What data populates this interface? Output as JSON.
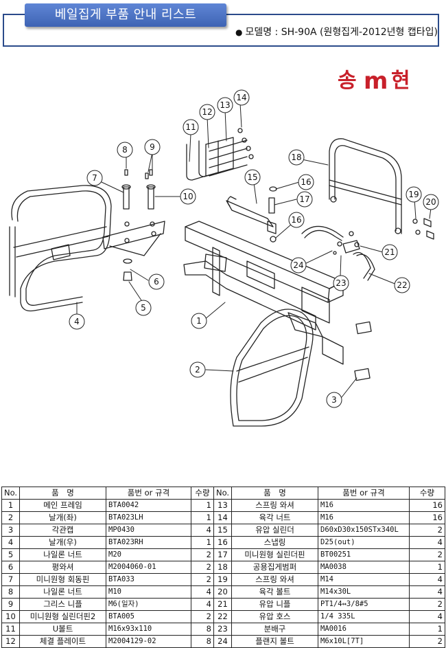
{
  "header": {
    "title": "베일집게 부품 안내 리스트",
    "model_label": "모델명 : SH-90A (원형집게-2012년형 캡타입)"
  },
  "logo": {
    "syllables": [
      "송",
      "m",
      "현"
    ],
    "color": "#c8202a"
  },
  "drawing": {
    "callouts": [
      "1",
      "2",
      "3",
      "4",
      "5",
      "6",
      "7",
      "8",
      "9",
      "10",
      "11",
      "12",
      "13",
      "14",
      "15",
      "16",
      "16",
      "17",
      "18",
      "19",
      "20",
      "21",
      "22",
      "23",
      "24"
    ]
  },
  "table": {
    "headers": {
      "no": "No.",
      "name": "품　명",
      "spec": "품번 or 규격",
      "qty": "수량"
    },
    "rows": [
      {
        "left": {
          "no": "1",
          "name": "메인 프레임",
          "spec": "BTA0042",
          "qty": "1"
        },
        "right": {
          "no": "13",
          "name": "스프링 와셔",
          "spec": "M16",
          "qty": "16"
        }
      },
      {
        "left": {
          "no": "2",
          "name": "날개(좌)",
          "spec": "BTA023LH",
          "qty": "1"
        },
        "right": {
          "no": "14",
          "name": "육각 너트",
          "spec": "M16",
          "qty": "16"
        }
      },
      {
        "left": {
          "no": "3",
          "name": "각관캡",
          "spec": "MP0430",
          "qty": "4"
        },
        "right": {
          "no": "15",
          "name": "유압 실린더",
          "spec": "D60xD30x150STx340L",
          "qty": "2"
        }
      },
      {
        "left": {
          "no": "4",
          "name": "날개(우)",
          "spec": "BTA023RH",
          "qty": "1"
        },
        "right": {
          "no": "16",
          "name": "스냅링",
          "spec": "D25(out)",
          "qty": "4"
        }
      },
      {
        "left": {
          "no": "5",
          "name": "나일론 너트",
          "spec": "M20",
          "qty": "2"
        },
        "right": {
          "no": "17",
          "name": "미니원형 실린더핀",
          "spec": "BT00251",
          "qty": "2"
        }
      },
      {
        "left": {
          "no": "6",
          "name": "평와셔",
          "spec": "M2004060-01",
          "qty": "2"
        },
        "right": {
          "no": "18",
          "name": "공용집게범퍼",
          "spec": "MA0038",
          "qty": "1"
        }
      },
      {
        "left": {
          "no": "7",
          "name": "미니원형 회동핀",
          "spec": "BTA033",
          "qty": "2"
        },
        "right": {
          "no": "19",
          "name": "스프링 와셔",
          "spec": "M14",
          "qty": "4"
        }
      },
      {
        "left": {
          "no": "8",
          "name": "나일론 너트",
          "spec": "M10",
          "qty": "4"
        },
        "right": {
          "no": "20",
          "name": "육각 볼트",
          "spec": "M14x30L",
          "qty": "4"
        }
      },
      {
        "left": {
          "no": "9",
          "name": "그리스 니플",
          "spec": "M6(일자)",
          "qty": "4"
        },
        "right": {
          "no": "21",
          "name": "유압 니플",
          "spec": "PT1/4↔3/8#5",
          "qty": "2"
        }
      },
      {
        "left": {
          "no": "10",
          "name": "미니원형 실린더핀2",
          "spec": "BTA005",
          "qty": "2"
        },
        "right": {
          "no": "22",
          "name": "유압 호스",
          "spec": "1/4 335L",
          "qty": "4"
        }
      },
      {
        "left": {
          "no": "11",
          "name": "U볼트",
          "spec": "M16x93x110",
          "qty": "8"
        },
        "right": {
          "no": "23",
          "name": "분배구",
          "spec": "MA0016",
          "qty": "1"
        }
      },
      {
        "left": {
          "no": "12",
          "name": "체결 플레이트",
          "spec": "M2004129-02",
          "qty": "8"
        },
        "right": {
          "no": "24",
          "name": "플랜지 볼트",
          "spec": "M6x10L[7T]",
          "qty": "2"
        }
      }
    ]
  }
}
